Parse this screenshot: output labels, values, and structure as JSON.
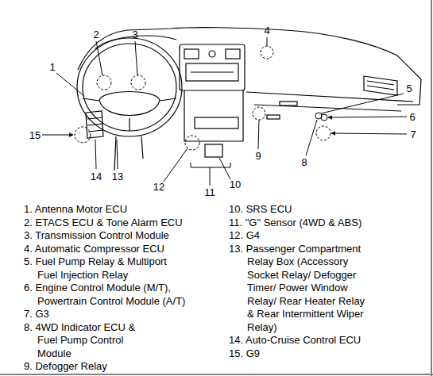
{
  "diagram": {
    "labels": [
      "1",
      "2",
      "3",
      "4",
      "5",
      "6",
      "7",
      "8",
      "9",
      "10",
      "11",
      "12",
      "13",
      "14",
      "15",
      "1. Antenna Motor ECU",
      "2. ETACS ECU & Tone Alarm ECU",
      "3. Transmission Control Module",
      "4. Automatic Compressor ECU",
      "5. Fuel Pump Relay & Multiport Fuel Injection Relay",
      "6. Engine Control Module (M/T), Powertrain Control Module (A/T)",
      "7. G3",
      "8. 4WD Indicator ECU & Fuel Pump Control Module",
      "9. Defogger Relay",
      "10. SRS ECU",
      "11. \"G\" Sensor (4WD & ABS)",
      "12. G4",
      "13. Passenger Compartment Relay Box (Accessory Socket Relay/ Defogger Timer/ Power Window Relay/ Rear Heater Relay & Rear Intermittent Wiper Relay)",
      "14. Auto-Cruise Control ECU",
      "15. G9"
    ]
  }
}
